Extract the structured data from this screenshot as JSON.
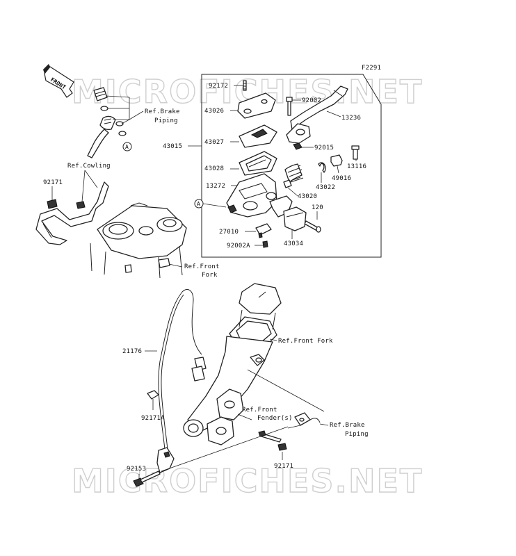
{
  "figure_code": "F2291",
  "watermark": "MICROFICHES.NET",
  "front_badge": "FRONT",
  "callout_a": "A",
  "parts": {
    "p92172": "92172",
    "p92002": "92002",
    "p13236": "13236",
    "p43026": "43026",
    "p43015": "43015",
    "p43027": "43027",
    "p92015": "92015",
    "p13116": "13116",
    "p43028": "43028",
    "p49016": "49016",
    "p43022": "43022",
    "p13272": "13272",
    "p43020": "43020",
    "p120": "120",
    "p27010": "27010",
    "p43034": "43034",
    "p92002A": "92002A",
    "p92171_top": "92171",
    "p21176": "21176",
    "p92171A": "92171A",
    "p92153": "92153",
    "p92171_bottom": "92171"
  },
  "refs": {
    "brake_piping_top": [
      "Ref.Brake",
      "Piping"
    ],
    "cowling": [
      "Ref.Cowling"
    ],
    "front_fork_top": [
      "Ref.Front",
      "Fork"
    ],
    "front_fork_mid": [
      "Ref.Front Fork"
    ],
    "front_fender": [
      "Ref.Front",
      "Fender(s)"
    ],
    "brake_piping_bottom": [
      "Ref.Brake",
      "Piping"
    ]
  }
}
